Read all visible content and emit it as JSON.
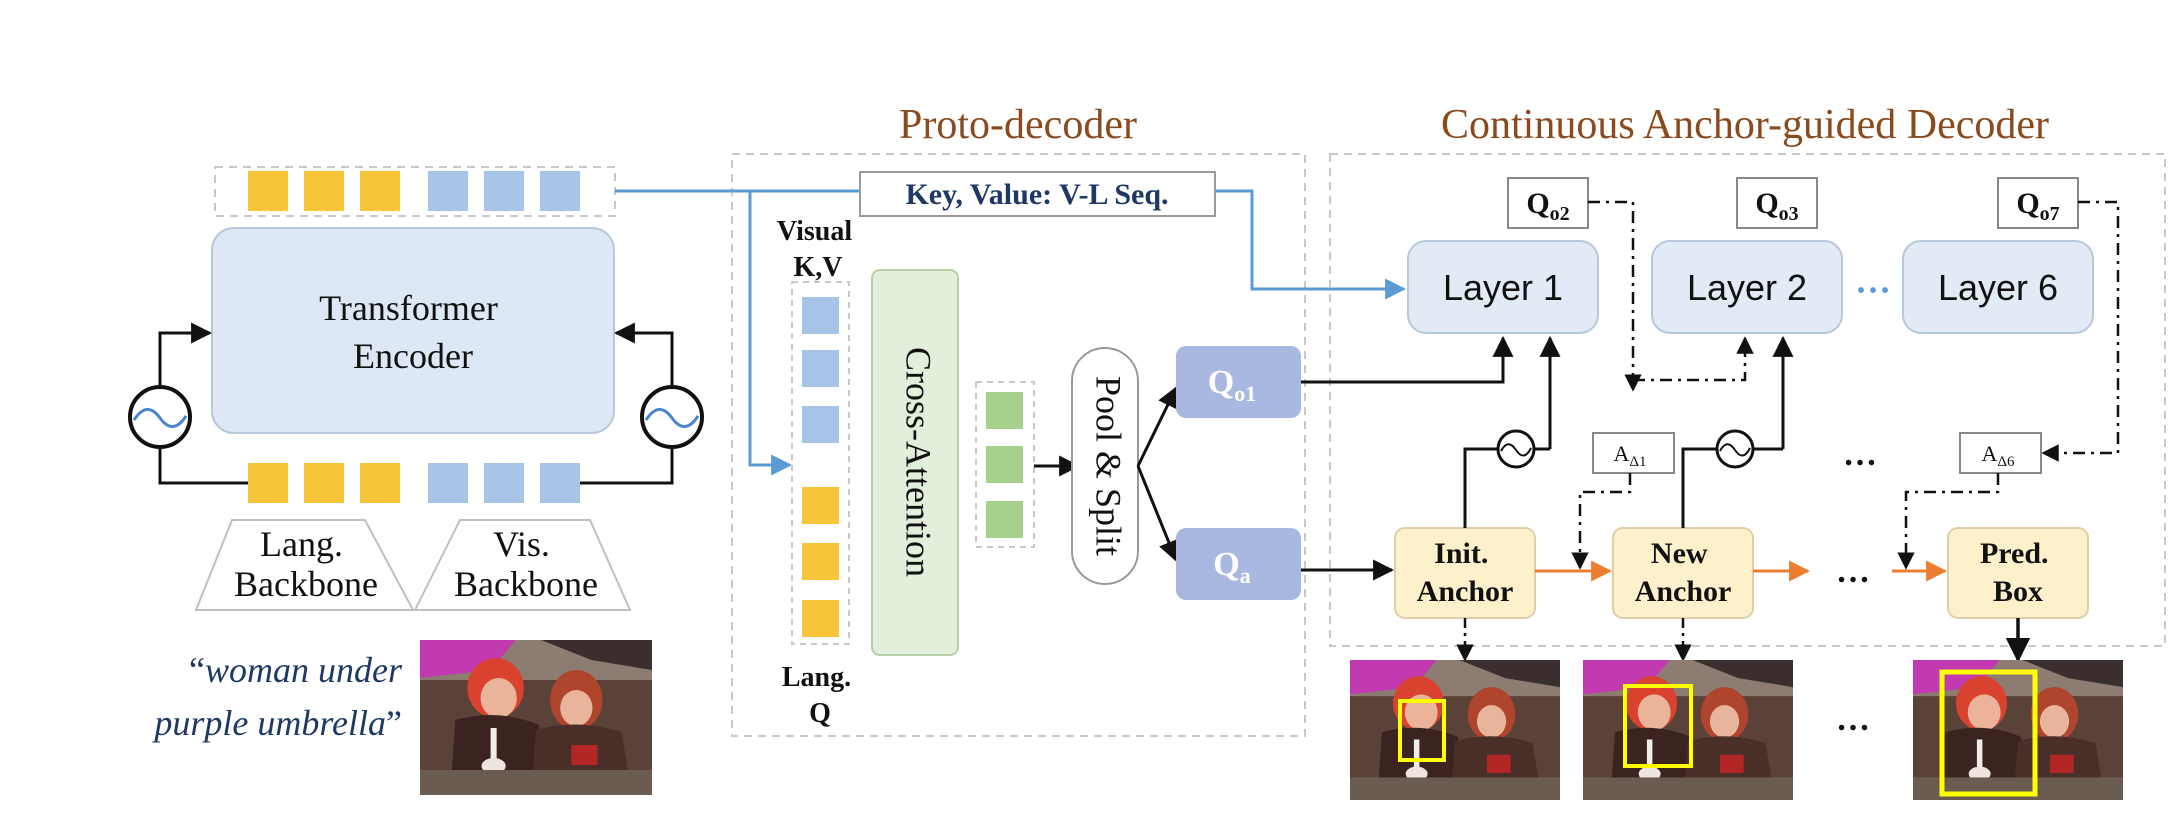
{
  "titles": {
    "proto_decoder": "Proto-decoder",
    "anchor_decoder": "Continuous Anchor-guided Decoder"
  },
  "encoder": {
    "label_line1": "Transformer",
    "label_line2": "Encoder",
    "lang_backbone_line1": "Lang.",
    "lang_backbone_line2": "Backbone",
    "vis_backbone_line1": "Vis.",
    "vis_backbone_line2": "Backbone"
  },
  "query": {
    "open_quote": "“",
    "line1": "woman under",
    "line2": "purple umbrella",
    "close_quote": "”"
  },
  "proto": {
    "kv_label": "Key, Value: V-L Seq.",
    "visual_kv_line1": "Visual",
    "visual_kv_line2": "K,V",
    "lang_q_line1": "Lang.",
    "lang_q_line2": "Q",
    "cross_attention": "Cross-Attention",
    "pool_split": "Pool & Split",
    "qo1_main": "Q",
    "qo1_sub": "o1",
    "qa_main": "Q",
    "qa_sub": "a"
  },
  "decoder": {
    "layer1": "Layer 1",
    "layer2": "Layer 2",
    "layer6": "Layer 6",
    "dots": "···",
    "ellipsis": "…",
    "qo2_main": "Q",
    "qo2_sub": "o2",
    "qo3_main": "Q",
    "qo3_sub": "o3",
    "qo7_main": "Q",
    "qo7_sub": "o7",
    "ad1_main": "A",
    "ad1_sub": "Δ1",
    "ad6_main": "A",
    "ad6_sub": "Δ6",
    "init_anchor_line1": "Init.",
    "init_anchor_line2": "Anchor",
    "new_anchor_line1": "New",
    "new_anchor_line2": "Anchor",
    "pred_box_line1": "Pred.",
    "pred_box_line2": "Box"
  },
  "colors": {
    "lang_token": "#f8c43a",
    "vis_token": "#a6c4e6",
    "fused_token": "#a8d08d",
    "encoder_fill": "#dde8f4",
    "layer_fill": "#e2ebf5",
    "query_fill": "#a9b8e0",
    "anchor_fill": "#fdf1cc",
    "cross_attn_fill": "#e2efda",
    "title_brown": "#8a4a1e",
    "kv_text": "#1f3864",
    "blue_arrow": "#5b9bd5",
    "orange_arrow": "#ed7d31",
    "bbox_yellow": "#ffff00"
  }
}
